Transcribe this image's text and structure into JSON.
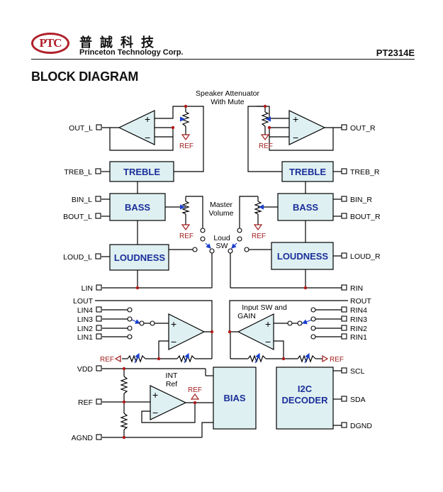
{
  "header": {
    "logo_text": "PTC",
    "company_cn": "普誠科技",
    "company_en": "Princeton Technology Corp.",
    "part_number": "PT2314E"
  },
  "section_title": "BLOCK DIAGRAM",
  "colors": {
    "block_fill": "#dff0f2",
    "block_text": "#1a2f99",
    "ref_text": "#a01c1c",
    "arrow": "#1a3fcc",
    "line": "#000000"
  },
  "blocks": {
    "treble_l": "TREBLE",
    "treble_r": "TREBLE",
    "bass_l": "BASS",
    "bass_r": "BASS",
    "loudness_l": "LOUDNESS",
    "loudness_r": "LOUDNESS",
    "bias": "BIAS",
    "i2c_line1": "I2C",
    "i2c_line2": "DECODER"
  },
  "labels": {
    "speaker_att_1": "Speaker Attenuator",
    "speaker_att_2": "With Mute",
    "master_vol_1": "Master",
    "master_vol_2": "Volume",
    "loud_sw_1": "Loud",
    "loud_sw_2": "SW",
    "input_sw_1": "Input SW and",
    "input_sw_2": "GAIN",
    "int_ref_1": "INT",
    "int_ref_2": "Ref",
    "ref": "REF",
    "plus": "+",
    "minus": "−"
  },
  "pins_left": {
    "out_l": "OUT_L",
    "treb_l": "TREB_L",
    "bin_l": "BIN_L",
    "bout_l": "BOUT_L",
    "loud_l": "LOUD_L",
    "lin": "LIN",
    "lout": "LOUT",
    "lin4": "LIN4",
    "lin3": "LIN3",
    "lin2": "LIN2",
    "lin1": "LIN1",
    "vdd": "VDD",
    "ref": "REF",
    "agnd": "AGND"
  },
  "pins_right": {
    "out_r": "OUT_R",
    "treb_r": "TREB_R",
    "bin_r": "BIN_R",
    "bout_r": "BOUT_R",
    "loud_r": "LOUD_R",
    "rin": "RIN",
    "rout": "ROUT",
    "rin4": "RIN4",
    "rin3": "RIN3",
    "rin2": "RIN2",
    "rin1": "RIN1",
    "scl": "SCL",
    "sda": "SDA",
    "dgnd": "DGND"
  }
}
